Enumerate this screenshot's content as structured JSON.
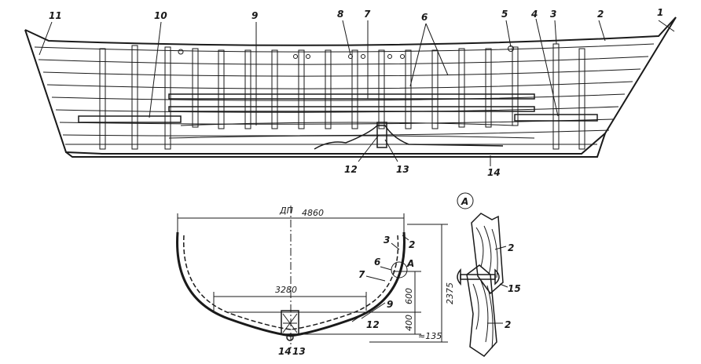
{
  "side_view": {
    "labels": [
      "1",
      "2",
      "3",
      "4",
      "5",
      "6",
      "7",
      "8",
      "9",
      "10",
      "11",
      "12",
      "13",
      "14"
    ]
  },
  "cross_section": {
    "centerline_label": "ДП",
    "dim_width_top": "4860",
    "dim_width_mid": "3280",
    "dim_height_total": "2375",
    "dim_height_600": "600",
    "dim_height_400": "400",
    "dim_keel": "≈135",
    "labels": [
      "2",
      "3",
      "6",
      "7",
      "9",
      "12",
      "14",
      "13"
    ],
    "detail_marker": "A"
  },
  "detail": {
    "marker": "A",
    "labels": [
      "2",
      "15",
      "2"
    ]
  }
}
